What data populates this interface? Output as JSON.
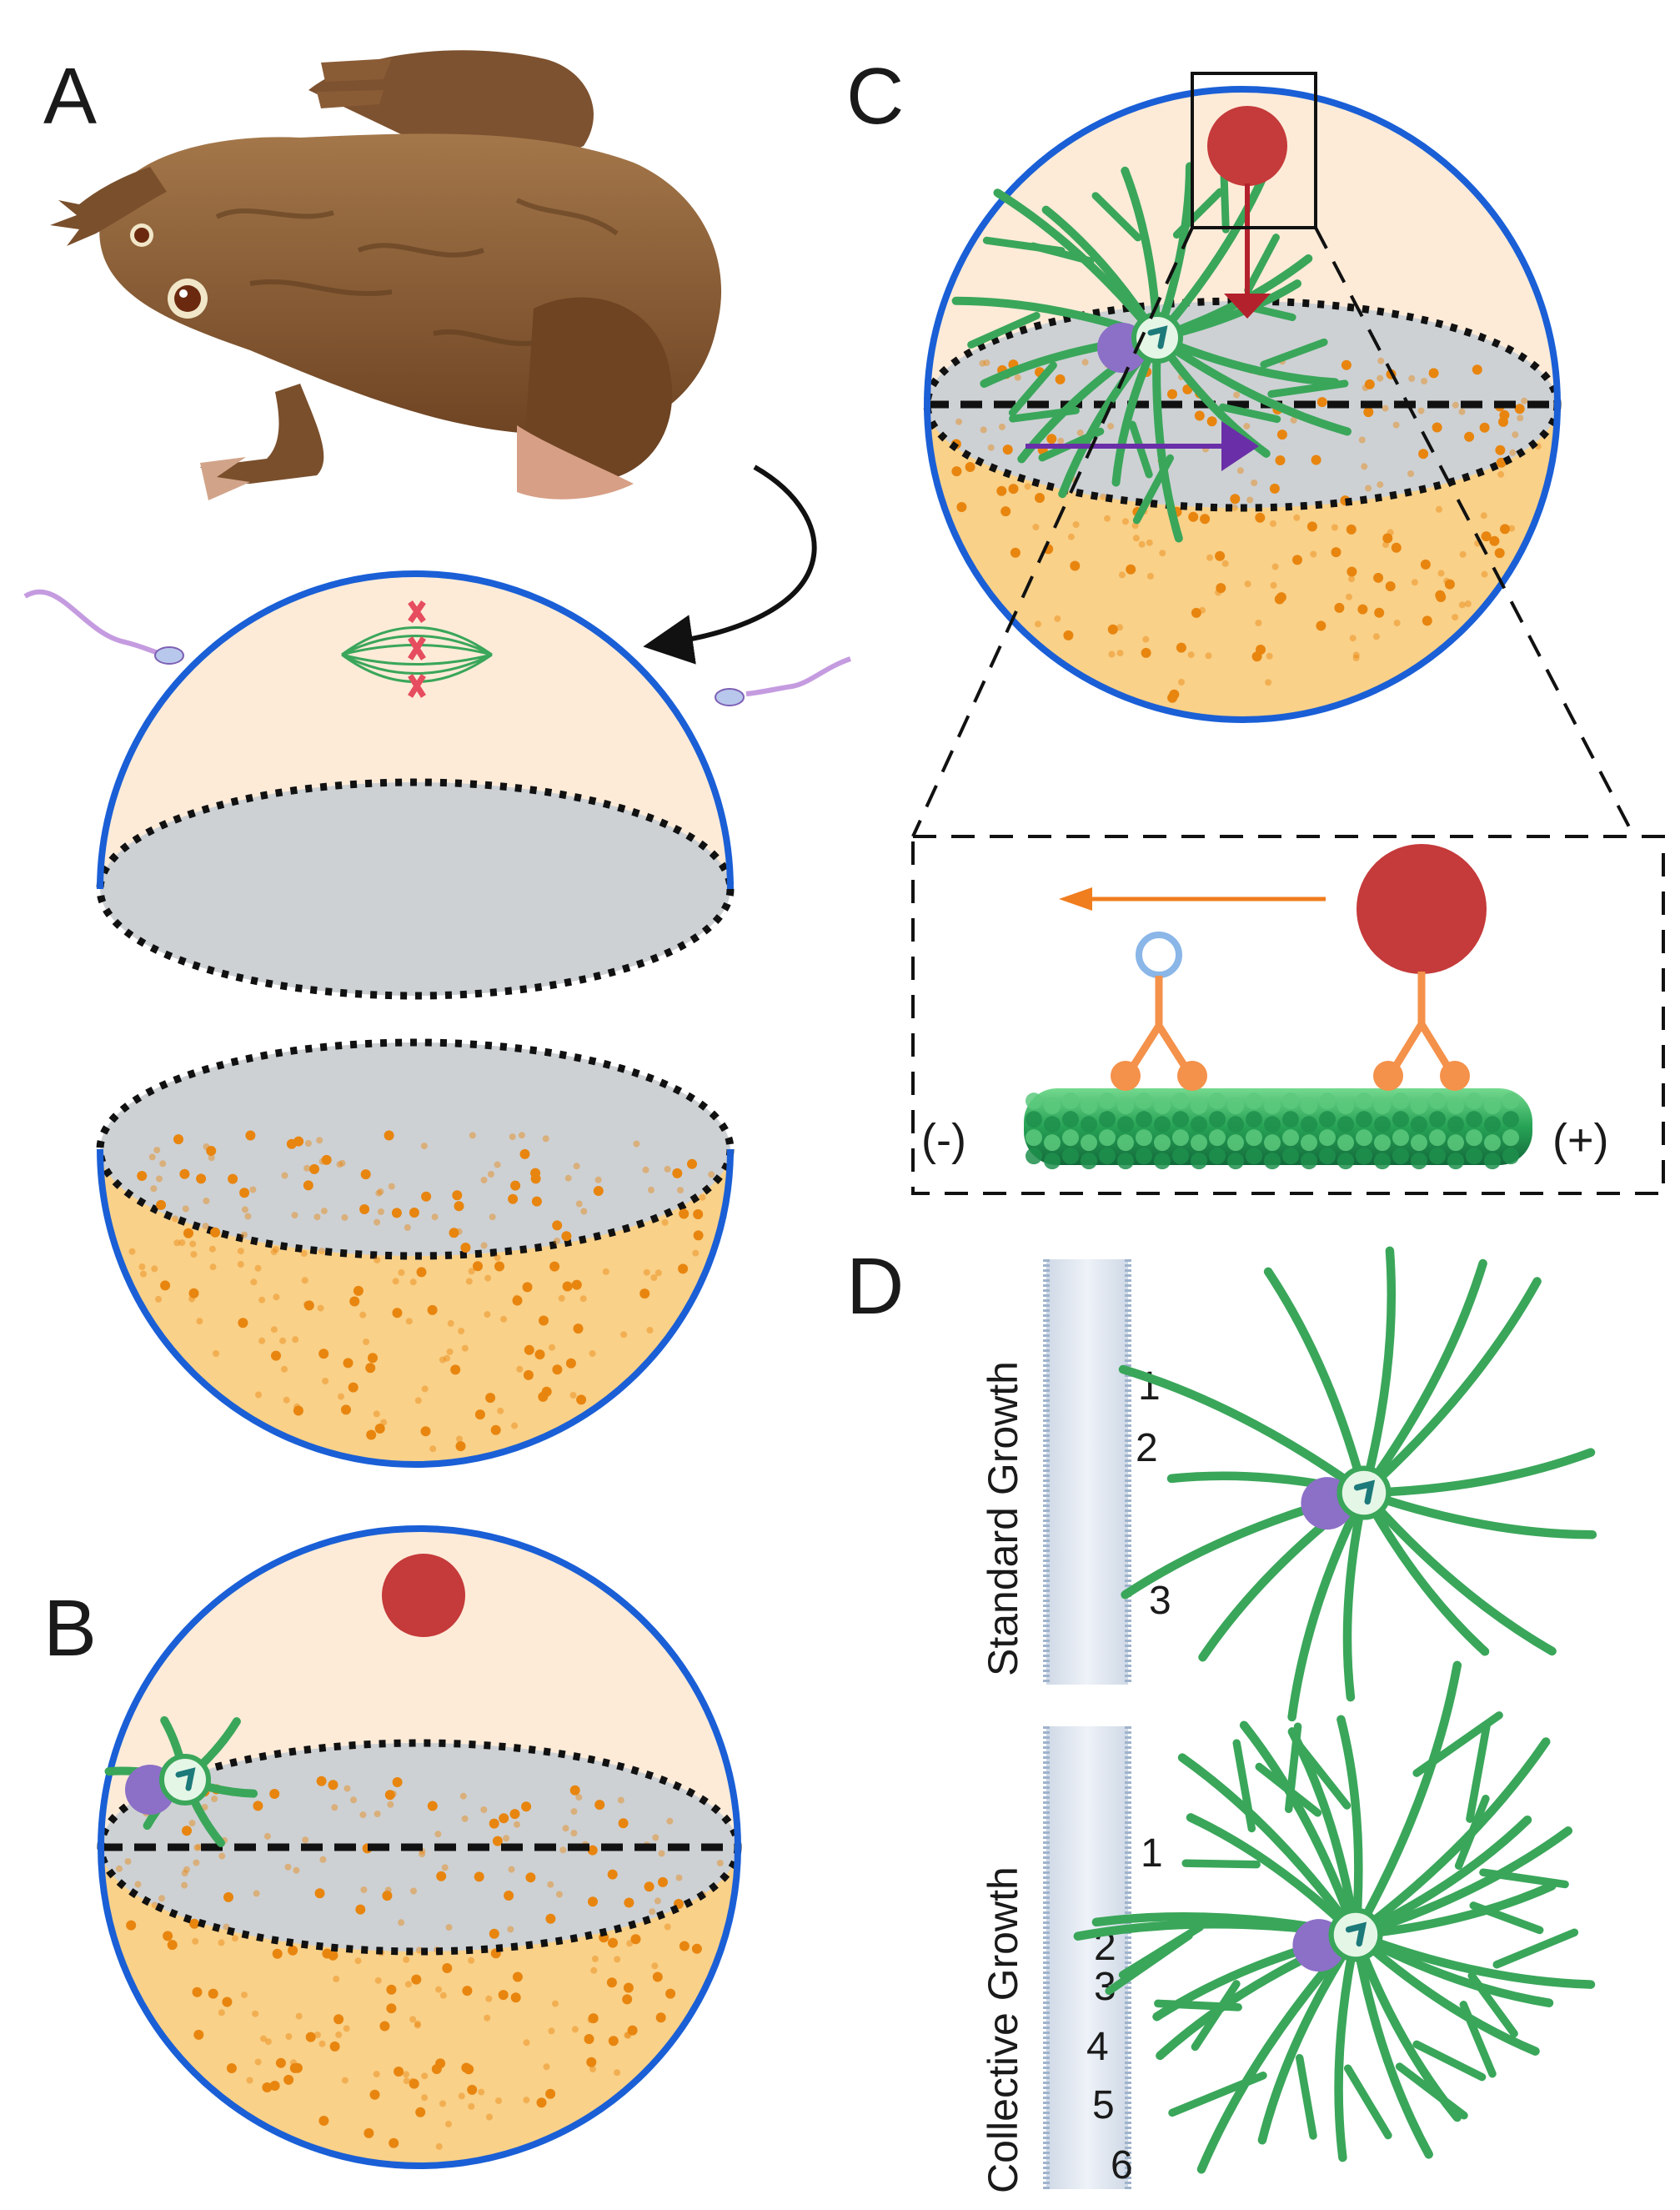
{
  "panels": {
    "a": "A",
    "b": "B",
    "c": "C",
    "d": "D"
  },
  "microtubule_ends": {
    "minus": "(-)",
    "plus": "(+)"
  },
  "growth_types": {
    "standard": "Standard Growth",
    "collective": "Collective Growth"
  },
  "standard_labels": [
    "1",
    "2",
    "3"
  ],
  "collective_labels": [
    "1",
    "2",
    "3",
    "4",
    "5",
    "6"
  ],
  "colors": {
    "egg_boundary": "#1a5fd6",
    "animal_cytoplasm": "#fdebd8",
    "vegetal_cytoplasm": "#f9d189",
    "cross_section": "#cdd1d4",
    "yolk_granule": "#e8850f",
    "microtubule": "#3aa65a",
    "centrosome": "#e4f6e6",
    "female_pronucleus": "#c53a3a",
    "male_pronucleus": "#8c6fc7",
    "arrow_orange": "#f07d1e",
    "arrow_purple": "#6a2fa8",
    "arrow_red": "#b3212c",
    "motor": "#f4914a",
    "frog_skin": "#8b5e34"
  },
  "icons": [
    "frog-illustration",
    "sperm-icon",
    "meiotic-spindle-icon",
    "pronucleus-icon",
    "sperm-aster-icon",
    "dynein-motor-icon",
    "microtubule-icon",
    "arrow-icon"
  ]
}
